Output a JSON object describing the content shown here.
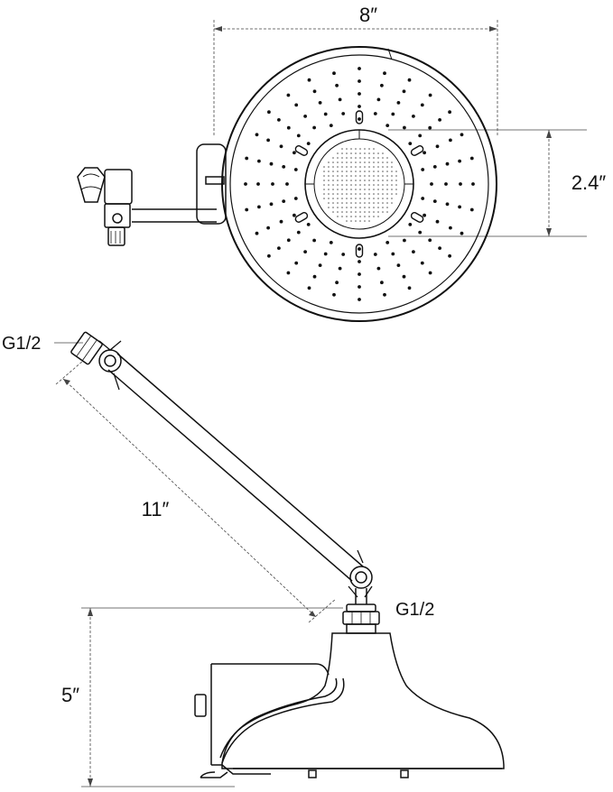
{
  "labels": {
    "head_diameter": "8″",
    "center_diameter": "2.4″",
    "arm_length": "11″",
    "inlet_top": "G1/2",
    "inlet_bottom": "G1/2",
    "height": "5″"
  },
  "colors": {
    "stroke": "#111111",
    "dimension_line": "#333333",
    "background": "#ffffff"
  }
}
